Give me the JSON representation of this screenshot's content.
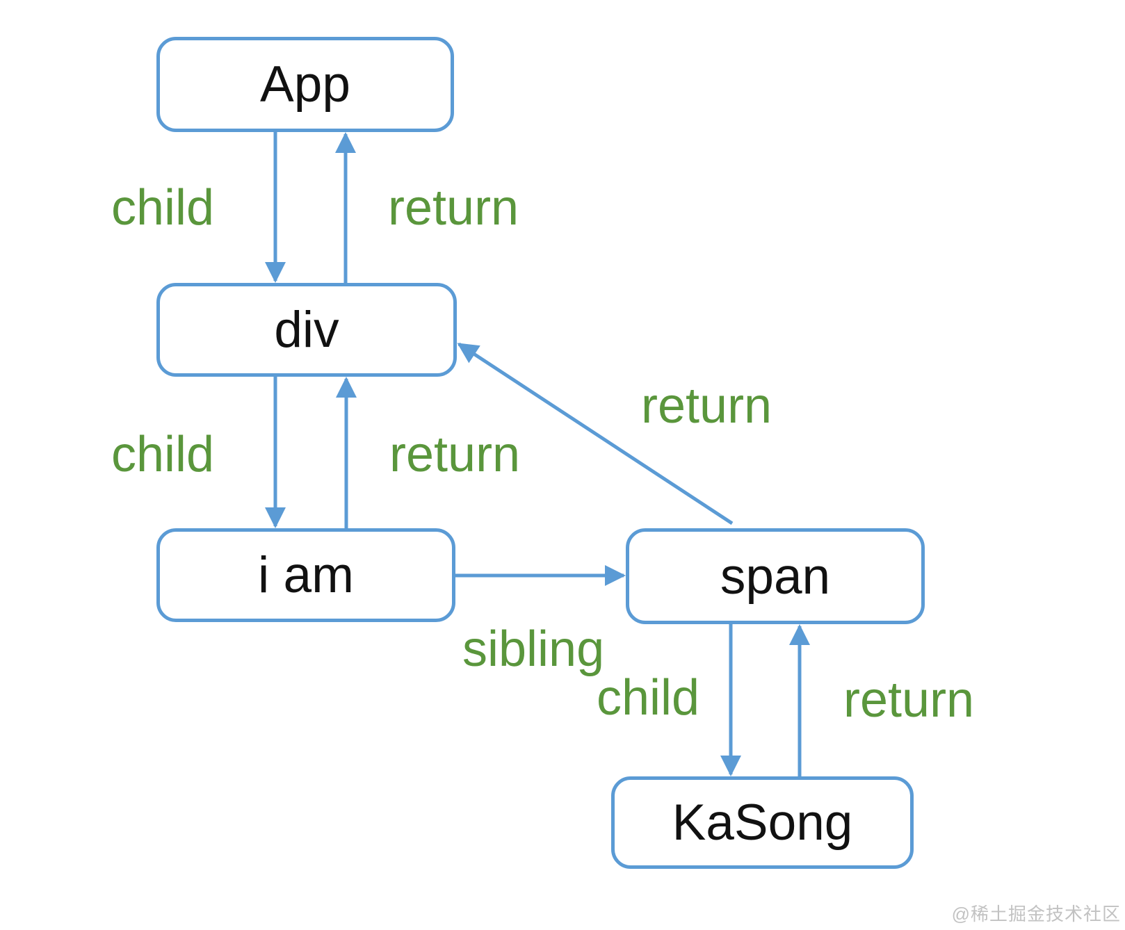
{
  "nodes": {
    "app": "App",
    "div": "div",
    "iam": "i am",
    "span": "span",
    "kasong": "KaSong"
  },
  "edge_labels": {
    "child_app_div": "child",
    "return_div_app": "return",
    "child_div_iam": "child",
    "return_iam_div": "return",
    "return_span_div": "return",
    "sibling_iam_span": "sibling",
    "child_span_kasong": "child",
    "return_kasong_span": "return"
  },
  "watermark": "@稀土掘金技术社区",
  "colors": {
    "edge_blue": "#5B9BD5",
    "label_green": "#5A963C",
    "node_text": "#111111",
    "watermark_gray": "#C2C2C2",
    "background": "#FFFFFF"
  }
}
